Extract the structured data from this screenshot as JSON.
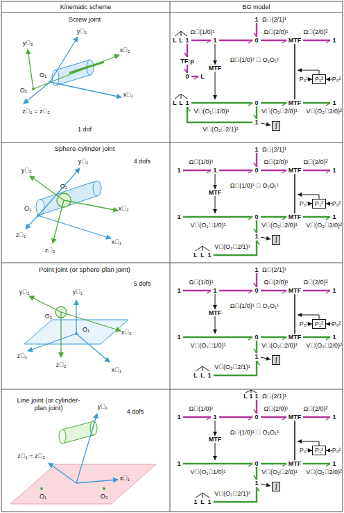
{
  "diagram": {
    "nodes": [
      {
        "text": [
          "Kinematic scheme"
        ]
      },
      {
        "text": [
          "BG model"
        ]
      },
      {
        "text": [
          "P₁²"
        ]
      },
      {
        "text": [
          "∫"
        ]
      },
      {
        "text": [
          "P₁²"
        ]
      },
      {
        "text": [
          "∫"
        ]
      },
      {
        "text": [
          "P₁²"
        ]
      },
      {
        "text": [
          "∫"
        ]
      },
      {
        "text": [
          "P₁²"
        ]
      },
      {
        "text": [
          "∫"
        ]
      }
    ],
    "labels": [
      "Screw joint",
      "y⃗₂",
      "y⃗₁",
      "x⃗₂",
      "O₁",
      "O₂",
      "x⃗₁",
      "z⃗₁ = z⃗₂",
      "1 dof",
      "1",
      "Ω⃗(2/1)¹",
      "Ω⃗(1/0)¹",
      "Ω⃗(2/0)¹",
      "Ω⃗(2/0)²",
      "L",
      "L",
      "1",
      "1",
      "0",
      "MTF",
      "1",
      "TF:p",
      "0",
      "L",
      "MTF",
      "Ω⃗(1/0)¹ ∧ O₂O₁¹",
      "P₀¹",
      "P₀²",
      "L",
      "L",
      "1",
      "0",
      "MTF",
      "1",
      "V⃗(O₁∈1/0)¹",
      "V⃗(O₂∈2/0)¹",
      "V⃗(O₂∈2/0)²",
      "1",
      "V⃗(O₂∈2/1)¹",
      "Sphere-cylinder joint",
      "4 dofs",
      "y⃗₁",
      "y⃗₂",
      "O₂",
      "O₁",
      "x⃗₂",
      "z⃗₁",
      "x⃗₁",
      "z⃗₂",
      "1",
      "Ω⃗(2/1)¹",
      "Ω⃗(1/0)¹",
      "Ω⃗(2/0)¹",
      "Ω⃗(2/0)²",
      "1",
      "1",
      "0",
      "MTF",
      "1",
      "MTF",
      "Ω⃗(1/0)¹ ∧ O₂O₁¹",
      "P₀¹",
      "P₀²",
      "1",
      "0",
      "MTF",
      "1",
      "V⃗(O₁∈1/0)¹",
      "V⃗(O₂∈2/0)¹",
      "V⃗(O₂∈2/0)²",
      "1",
      "V⃗(O₂∈2/1)¹",
      "L",
      "L",
      "1",
      "Point joint (or sphere-plan joint)",
      "5 dofs",
      "y⃗₂",
      "y⃗₁",
      "O₂",
      "x⃗₂",
      "O₁",
      "z⃗₁",
      "z⃗₂",
      "x⃗₁",
      "1",
      "Ω⃗(2/1)¹",
      "Ω⃗(1/0)¹",
      "Ω⃗(2/0)¹",
      "Ω⃗(2/0)²",
      "1",
      "1",
      "0",
      "MTF",
      "1",
      "MTF",
      "Ω⃗(1/0)¹ ∧ O₂O₁¹",
      "P₀¹",
      "P₀²",
      "1",
      "0",
      "MTF",
      "1",
      "V⃗(O₁∈1/0)¹",
      "V⃗(O₂∈2/0)¹",
      "V⃗(O₂∈2/0)²",
      "1",
      "V⃗(O₂∈2/1)¹",
      "L",
      "L",
      "1",
      "Line joint (or cylinder-plan joint)",
      "4 dofs",
      "y⃗₁",
      "z⃗₁ = z⃗₂",
      "x⃗₁",
      "O₁",
      "O₂",
      "L",
      "1",
      "1",
      "Ω⃗(2/1)¹",
      "Ω⃗(1/0)¹",
      "Ω⃗(2/0)¹",
      "Ω⃗(2/0)²",
      "1",
      "1",
      "0",
      "MTF",
      "1",
      "MTF",
      "Ω⃗(1/0)¹ ∧ O₂O₁¹",
      "P₀¹",
      "P₀²",
      "1",
      "0",
      "MTF",
      "1",
      "V⃗(O₁∈1/0)¹",
      "V⃗(O₂∈2/0)¹",
      "V⃗(O₂∈2/0)²",
      "1",
      "V⃗(O₂∈2/1)¹",
      "1",
      "L",
      "1"
    ]
  }
}
